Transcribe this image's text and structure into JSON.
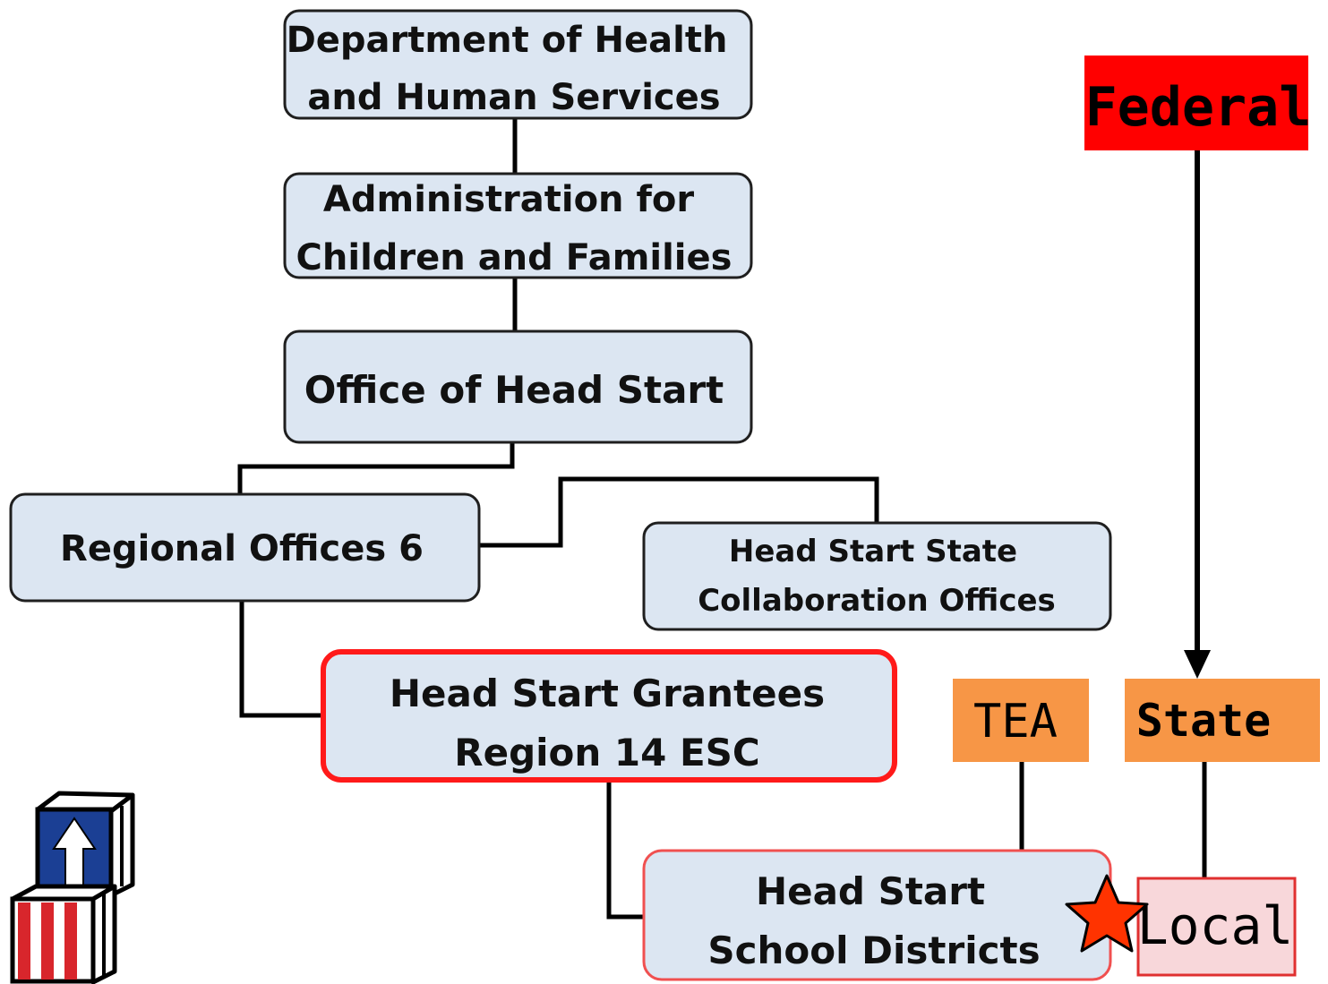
{
  "nodes": {
    "dhhs": {
      "line1": "Department of Health",
      "line2": "and Human Services"
    },
    "acf": {
      "line1": "Administration for",
      "line2": "Children and Families"
    },
    "ohs": {
      "label": "Office of Head Start"
    },
    "regional": {
      "label": "Regional Offices 6"
    },
    "collab": {
      "line1": "Head Start State",
      "line2": "Collaboration Offices"
    },
    "grantees": {
      "line1": "Head Start Grantees",
      "line2": "Region 14 ESC"
    },
    "districts": {
      "line1": "Head Start",
      "line2": "School Districts"
    }
  },
  "levels": {
    "federal": "Federal",
    "tea": "TEA",
    "state": "State",
    "local": "Local"
  },
  "colors": {
    "box_fill": "#dce6f2",
    "federal_fill": "#ff0000",
    "state_fill": "#f79646",
    "local_fill": "#f8d7da",
    "highlight_border": "#ff1a1a",
    "star_fill": "#ff3300"
  },
  "icons": {
    "star": "star-icon",
    "blocks": "head-start-blocks-logo"
  }
}
